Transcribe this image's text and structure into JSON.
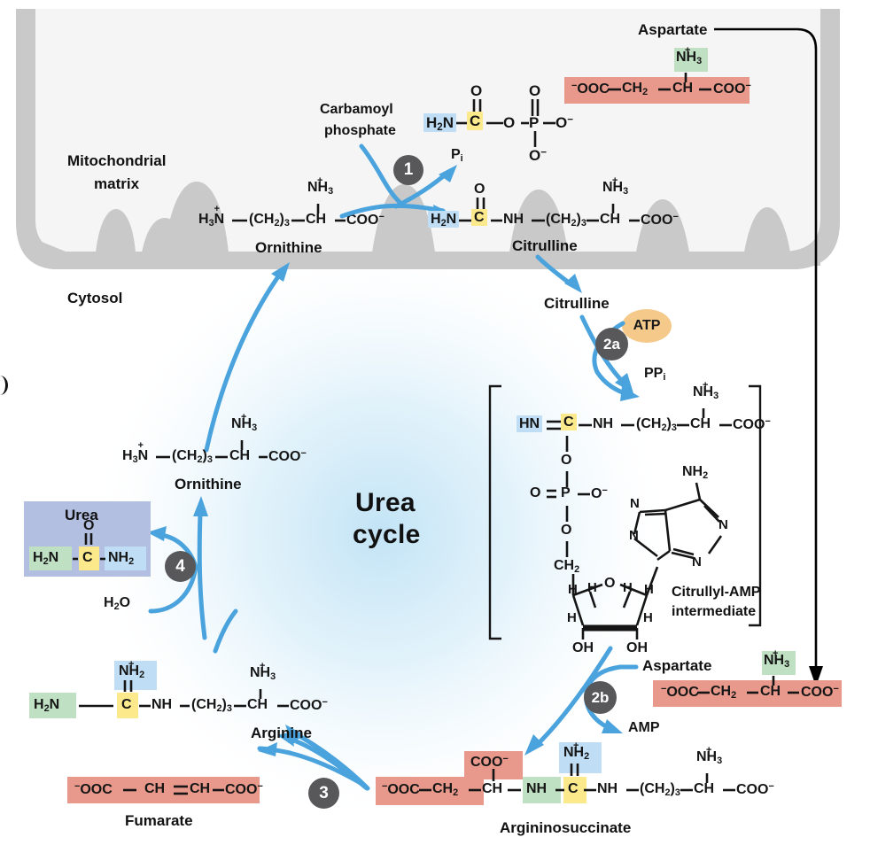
{
  "figure": {
    "title": "Urea cycle",
    "center_label_line1": "Urea",
    "center_label_line2": "cycle"
  },
  "compartments": {
    "mitochondrial_matrix": "Mitochondrial\nmatrix",
    "mitochondrial_matrix_l1": "Mitochondrial",
    "mitochondrial_matrix_l2": "matrix",
    "cytosol": "Cytosol"
  },
  "steps": [
    {
      "id": "1",
      "label": "1"
    },
    {
      "id": "2a",
      "label": "2a"
    },
    {
      "id": "2b",
      "label": "2b"
    },
    {
      "id": "3",
      "label": "3"
    },
    {
      "id": "4",
      "label": "4"
    }
  ],
  "cofactors": {
    "atp": "ATP",
    "pi": "P",
    "pi_sub": "i",
    "ppi": "PP",
    "ppi_sub": "i",
    "amp": "AMP",
    "water": "H",
    "water_sub": "2",
    "water_tail": "O"
  },
  "metabolites": {
    "carbamoyl_phosphate": {
      "name_l1": "Carbamoyl",
      "name_l2": "phosphate",
      "atoms": {
        "h2n": "H",
        "h2n_sub": "2",
        "h2n_tail": "N",
        "c": "C",
        "o_top": "O",
        "o_link": "O",
        "p": "P",
        "o_right": "O",
        "o_right_charge": "−",
        "o_bottom": "O",
        "o_bottom_charge": "−",
        "o_p_top": "O"
      }
    },
    "ornithine_matrix": {
      "name": "Ornithine",
      "formula": "H3N+ — (CH2)3 — CH — COO−",
      "h3n": "H",
      "h3n_sub": "3",
      "h3n_tail": "N",
      "h3n_charge": "+",
      "ch2": "(CH",
      "ch2_sub": "2",
      "ch2_tail": ")",
      "ch2_n": "3",
      "ch": "CH",
      "coo": "COO",
      "coo_charge": "−",
      "nh3": "NH",
      "nh3_sub": "3",
      "nh3_charge": "+"
    },
    "ornithine_cytosol": {
      "name": "Ornithine"
    },
    "citrulline_matrix": {
      "name": "Citrulline"
    },
    "citrulline_cytosol": {
      "name": "Citrulline"
    },
    "aspartate_top": {
      "name": "Aspartate",
      "formula_ooc": "OOC",
      "formula_ooc_charge": "−",
      "ch2": "CH",
      "ch2_sub": "2",
      "ch": "CH",
      "coo": "COO",
      "coo_charge": "−",
      "nh3": "NH",
      "nh3_sub": "3",
      "nh3_charge": "+"
    },
    "aspartate_bottom": {
      "name": "Aspartate"
    },
    "citrullyl_amp": {
      "name_l1": "Citrullyl-AMP",
      "name_l2": "intermediate",
      "hn": "HN",
      "c": "C",
      "nh": "NH",
      "ch2_3": "(CH",
      "ch2_3_sub": "2",
      "ch2_3_close": ")",
      "ch2_3_n": "3",
      "ch": "CH",
      "coo": "COO",
      "coo_charge": "−",
      "nh3": "NH",
      "nh3_sub": "3",
      "nh3_charge": "+",
      "o1": "O",
      "p": "P",
      "o_double": "O",
      "o_minus": "O",
      "o_minus_charge": "−",
      "o2": "O",
      "ch2": "CH",
      "ch2_sub": "2",
      "ring_o": "O",
      "h_left": "H",
      "h_right": "H",
      "h_mid_left": "H",
      "h_mid_right": "H",
      "oh_left": "OH",
      "oh_right": "OH",
      "adenine_nh2": "NH",
      "adenine_nh2_sub": "2",
      "adenine_n1": "N",
      "adenine_n2": "N",
      "adenine_n3": "N",
      "adenine_n4": "N"
    },
    "argininosuccinate": {
      "name": "Argininosuccinate",
      "ooc": "OOC",
      "ooc_charge": "−",
      "ch2": "CH",
      "ch2_sub": "2",
      "ch": "CH",
      "coo_top": "COO",
      "coo_top_charge": "−",
      "nh_green": "NH",
      "c": "C",
      "nh2": "NH",
      "nh2_sub": "2",
      "nh2_charge": "+",
      "nh": "NH",
      "ch2_3": "(CH",
      "ch2_3_sub": "2",
      "ch2_3_close": ")",
      "ch2_3_n": "3",
      "ch_right": "CH",
      "coo_right": "COO",
      "coo_right_charge": "−",
      "nh3": "NH",
      "nh3_sub": "3",
      "nh3_charge": "+"
    },
    "arginine": {
      "name": "Arginine",
      "h2n": "H",
      "h2n_sub": "2",
      "h2n_tail": "N",
      "c": "C",
      "nh2": "NH",
      "nh2_sub": "2",
      "nh2_charge": "+",
      "nh": "NH",
      "ch2_3": "(CH",
      "ch2_3_sub": "2",
      "ch2_3_close": ")",
      "ch2_3_n": "3",
      "ch": "CH",
      "coo": "COO",
      "coo_charge": "−",
      "nh3": "NH",
      "nh3_sub": "3",
      "nh3_charge": "+"
    },
    "fumarate": {
      "name": "Fumarate",
      "ooc_left": "OOC",
      "ooc_left_charge": "−",
      "ch_left": "CH",
      "ch_right": "CH",
      "coo_right": "COO",
      "coo_right_charge": "−"
    },
    "urea": {
      "name": "Urea",
      "h2n": "H",
      "h2n_sub": "2",
      "h2n_tail": "N",
      "c": "C",
      "o": "O",
      "nh2": "NH",
      "nh2_sub": "2"
    }
  },
  "colors": {
    "highlight_blue": "#bfdef5",
    "highlight_yellow": "#fbe98c",
    "highlight_green": "#bfe0c3",
    "highlight_red": "#e8998c",
    "urea_box": "#b3bfe0",
    "arrow_blue": "#4aa3dd",
    "step_circle": "#58585a",
    "atp_circle": "#f5c98a",
    "membrane": "#c9c9c9",
    "matrix_fill": "#f5f5f5"
  }
}
